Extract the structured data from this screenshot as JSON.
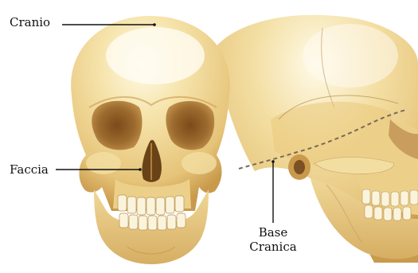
{
  "labels": {
    "cranio": "Cranio",
    "faccia": "Faccia",
    "base_line1": "Base",
    "base_line2": "Cranica"
  },
  "colors": {
    "bone_light": "#f6e4ac",
    "bone_mid": "#e9c97c",
    "bone_shadow": "#c99a4c",
    "cavity": "#9c6b2e",
    "cavity_dark": "#6a4218",
    "teeth": "#fbf4dd",
    "suture_line": "#7b6a55",
    "leader_line": "#111111"
  }
}
